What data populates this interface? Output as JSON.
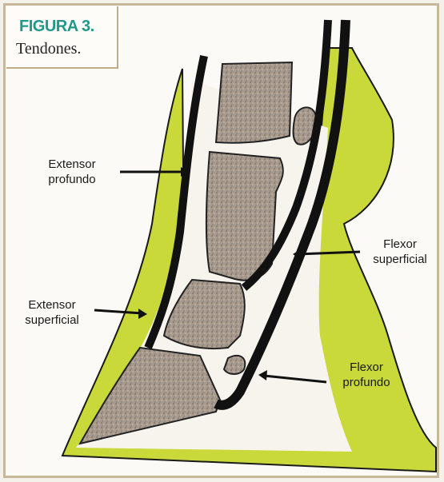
{
  "figure": {
    "label": "FIGURA 3.",
    "subtitle": "Tendones."
  },
  "colors": {
    "skin": "#c9d93a",
    "bone": "#a99a8a",
    "tendon": "#111111",
    "background": "#fbfaf6",
    "label_teal": "#1f9a8a"
  },
  "labels": {
    "extensor_profundo": {
      "line1": "Extensor",
      "line2": "profundo"
    },
    "extensor_superficial": {
      "line1": "Extensor",
      "line2": "superficial"
    },
    "flexor_superficial": {
      "line1": "Flexor",
      "line2": "superficial"
    },
    "flexor_profundo": {
      "line1": "Flexor",
      "line2": "profundo"
    }
  }
}
